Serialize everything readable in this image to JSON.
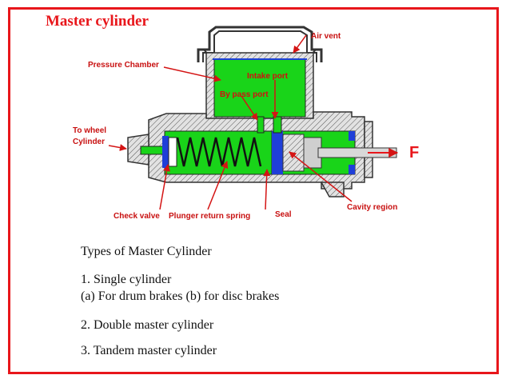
{
  "title": "Master cylinder",
  "colors": {
    "accent": "#e8161b",
    "fluid": "#19d419",
    "seal": "#1f3fd8",
    "body": "#cfcfcf",
    "label": "#c81010"
  },
  "diagram": {
    "labels": {
      "air_vent": "Air vent",
      "pressure_chamber": "Pressure Chamber",
      "intake_port": "Intake port",
      "bypass_port": "By pass port",
      "to_wheel_line1": "To wheel",
      "to_wheel_line2": "Cylinder",
      "check_valve": "Check valve",
      "plunger_return_spring": "Plunger return spring",
      "seal": "Seal",
      "cavity_region": "Cavity region",
      "force": "F"
    }
  },
  "text": {
    "heading": "Types of Master Cylinder",
    "items": [
      "1.  Single cylinder",
      "(a) For drum brakes (b) for disc brakes",
      "2. Double master cylinder",
      "3. Tandem master cylinder"
    ]
  }
}
